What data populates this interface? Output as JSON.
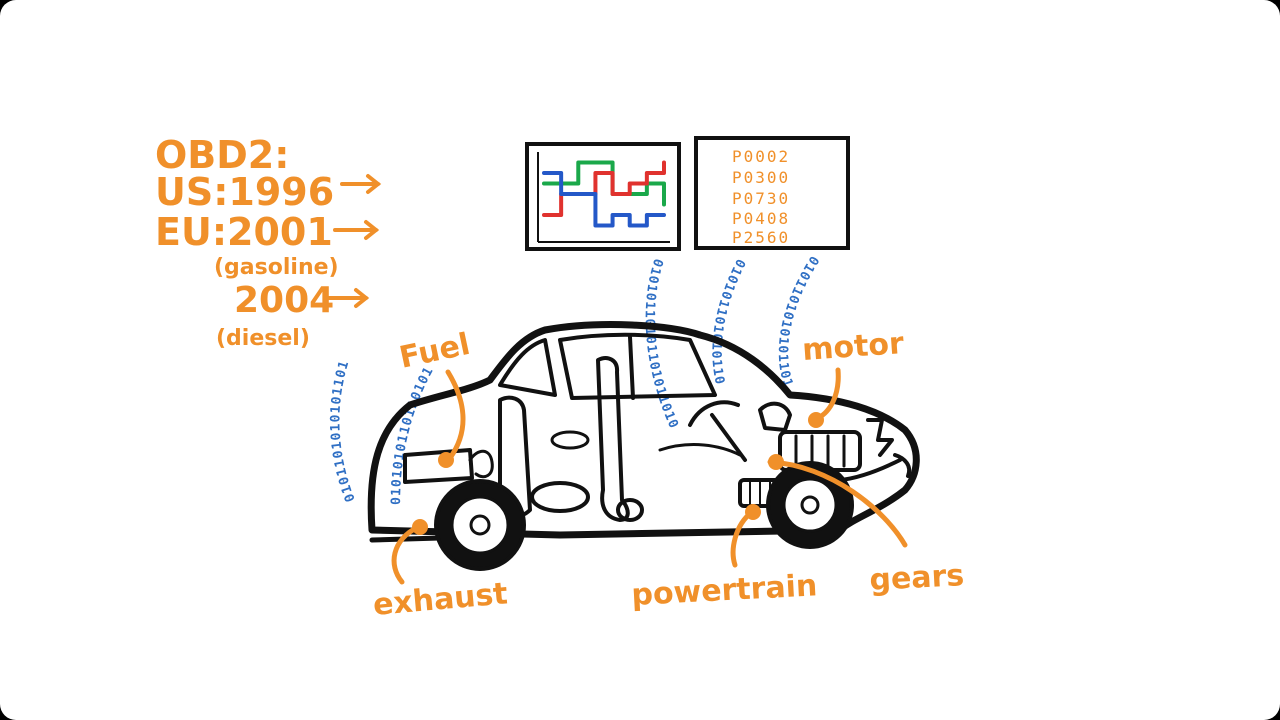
{
  "colors": {
    "orange": "#f0902a",
    "blue": "#2f6fc4",
    "ink": "#111111",
    "chart_red": "#e0322e",
    "chart_green": "#1aa84a",
    "chart_blue": "#2458c8"
  },
  "obd": {
    "title": "OBD2:",
    "us_label": "US:1996",
    "eu_label": "EU:2001",
    "gasoline": "(gasoline)",
    "diesel_year": "2004",
    "diesel": "(diesel)"
  },
  "codes": [
    "P0002",
    "P0300",
    "P0730",
    "P0408",
    "P2560"
  ],
  "labels": {
    "fuel": "Fuel",
    "motor": "motor",
    "exhaust": "exhaust",
    "powertrain": "powertrain",
    "gears": "gears"
  },
  "binary": {
    "stream_1": "0101101010101101",
    "stream_2": "0101010110110101",
    "stream_3": "01010110101101011010",
    "stream_4": "010101101010110",
    "stream_5": "0101101010101101"
  },
  "chart_data": {
    "type": "line",
    "series": [
      {
        "color": "#1aa84a",
        "values": [
          6,
          6,
          8,
          8,
          5,
          5,
          6,
          4
        ]
      },
      {
        "color": "#e0322e",
        "values": [
          3,
          5,
          5,
          7,
          5,
          6,
          7,
          8
        ]
      },
      {
        "color": "#2458c8",
        "values": [
          7,
          5,
          5,
          2,
          3,
          2,
          3,
          3
        ]
      }
    ]
  }
}
